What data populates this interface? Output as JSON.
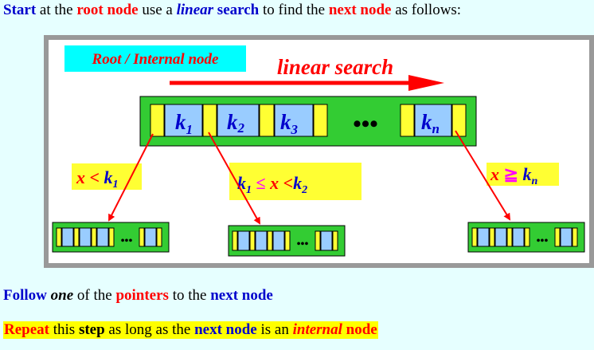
{
  "header": {
    "w1": "Start",
    "w2": " at the ",
    "w3": "root node",
    "w4": " use a ",
    "w5": "linear",
    "w6": " search",
    "w7": " to find the ",
    "w8": "next node",
    "w9": " as follows:"
  },
  "diagram": {
    "tag": "Root / Internal  node",
    "search_label": "linear search",
    "keys": [
      {
        "base": "k",
        "sub": "1"
      },
      {
        "base": "k",
        "sub": "2"
      },
      {
        "base": "k",
        "sub": "3"
      },
      {
        "base": "k",
        "sub": "n"
      }
    ],
    "ellipsis": "•••",
    "small_ellipsis": "•••",
    "cond_left": {
      "x": "x",
      "lt": " < ",
      "k": "k",
      "sub": "1"
    },
    "cond_mid": {
      "k1": "k",
      "sub1": "1",
      "le": " ≤ ",
      "x": "x",
      "lt": " <",
      "k2": "k",
      "sub2": "2"
    },
    "cond_right": {
      "x": "x",
      "ge": " ≧ ",
      "k": "k",
      "sub": "n"
    }
  },
  "footer1": {
    "w1": "Follow",
    "w2": " one",
    "w3": " of the ",
    "w4": "pointers",
    "w5": " to the ",
    "w6": "next node"
  },
  "footer2": {
    "w1": "Repeat",
    "w2": " this ",
    "w3": "step",
    "w4": " as long as the ",
    "w5": "next node",
    "w6": " is an ",
    "w7": "internal",
    "w8": " node"
  },
  "colors": {
    "node_green": "#33cc33",
    "pointer_yellow": "#ffff33",
    "key_blue": "#99ccff",
    "arrow_red": "#ff0000",
    "tag_cyan": "#00ffff",
    "text_blue": "#0000cc"
  }
}
